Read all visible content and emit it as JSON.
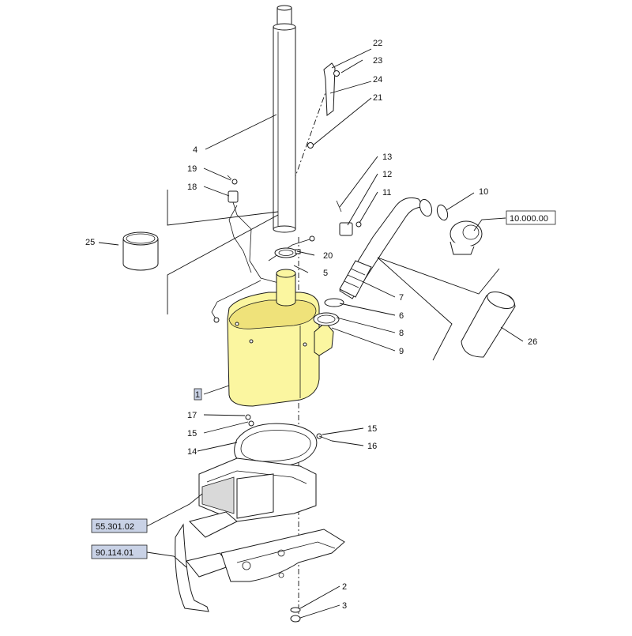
{
  "callouts": {
    "c22": "22",
    "c23": "23",
    "c24": "24",
    "c21": "21",
    "c4": "4",
    "c19": "19",
    "c18": "18",
    "c25": "25",
    "c13": "13",
    "c12": "12",
    "c11": "11",
    "c10": "10",
    "c20": "20",
    "c5": "5",
    "c7": "7",
    "c6": "6",
    "c8": "8",
    "c9": "9",
    "c26": "26",
    "c1": "1",
    "c17": "17",
    "c15a": "15",
    "c15b": "15",
    "c16": "16",
    "c14": "14",
    "c2": "2",
    "c3": "3"
  },
  "refs": {
    "r1": "10.000.00",
    "r2": "55.301.02",
    "r3": "90.114.01"
  },
  "colors": {
    "highlight": "#fbf6a0",
    "ref_box": "#c9d2e6"
  }
}
